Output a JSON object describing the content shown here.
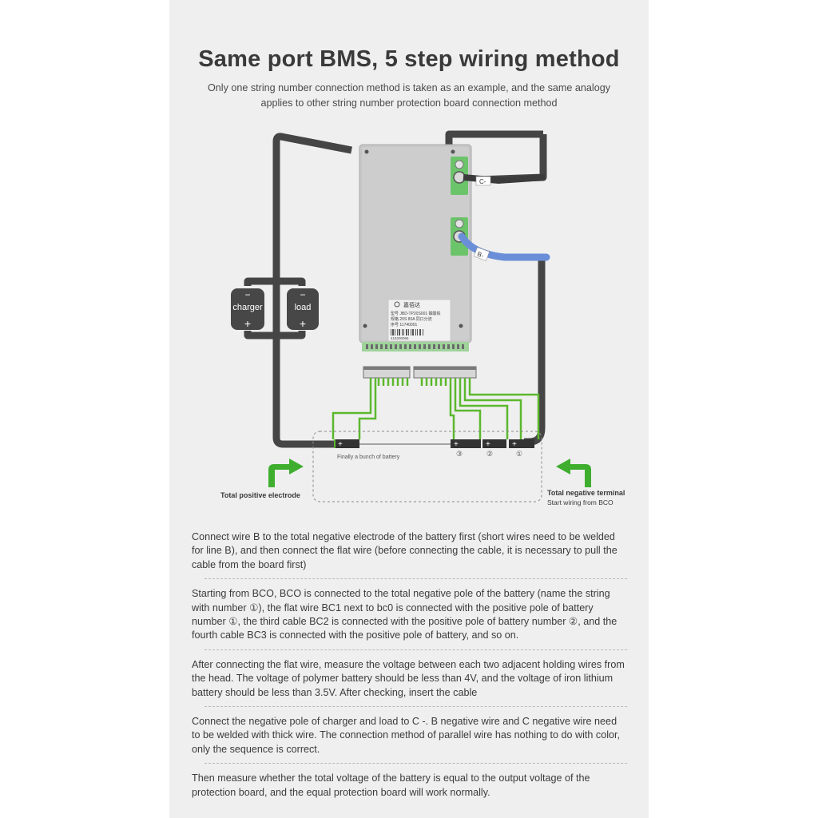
{
  "header": {
    "title": "Same port BMS, 5 step wiring method",
    "subtitle": "Only one string number connection method is taken as an example, and the same analogy applies to other string number protection board connection method"
  },
  "diagram": {
    "wire_c_label": "C-",
    "wire_b_label": "B-",
    "charger_label": "charger",
    "load_label": "load",
    "minus_sign": "−",
    "plus_sign": "+",
    "board_lines": [
      "型号  JBD-TP20S001 磷酸铁",
      "规格  20S 80A  同口分流",
      "序号  11740001"
    ],
    "board_brand": "嘉佰达",
    "board_serial": "415200066",
    "battery_bunch_label": "Finally a bunch of battery",
    "battery_num_1": "①",
    "battery_num_2": "②",
    "battery_num_3": "③",
    "positive_label": "Total positive electrode",
    "negative_label": "Total negative terminal",
    "negative_sublabel": "Start wiring from BCO",
    "colors": {
      "wire_dark": "#454545",
      "wire_blue": "#6a8fd8",
      "flat_wire": "#5cb82e",
      "arrow_green": "#3fae2f",
      "board_metal": "#c7c7c7"
    }
  },
  "steps": [
    "Connect wire B to the total negative electrode of the battery first (short wires need to be welded for line B), and then connect the flat wire (before connecting the cable, it is necessary to pull the cable from the board first)",
    "Starting from BCO, BCO is connected to the total negative pole of the battery (name the string with number ①), the flat wire BC1 next to bc0 is connected with the positive pole of battery number ①, the third cable BC2 is connected with the positive pole of battery number ②, and the fourth cable BC3 is connected with the positive pole of battery, and so on.",
    "After connecting the flat wire, measure the voltage between each two adjacent holding wires from the head. The voltage of polymer battery should be less than 4V, and the voltage of iron lithium battery should be less than 3.5V. After checking, insert the cable",
    "Connect the negative pole of charger and load to C -. B negative wire and C negative wire need to be welded with thick wire. The connection method of parallel wire has nothing to do with color, only the sequence is correct.",
    "Then measure whether the total voltage of the battery is equal to the output voltage of the protection board, and the equal protection board will work normally."
  ]
}
